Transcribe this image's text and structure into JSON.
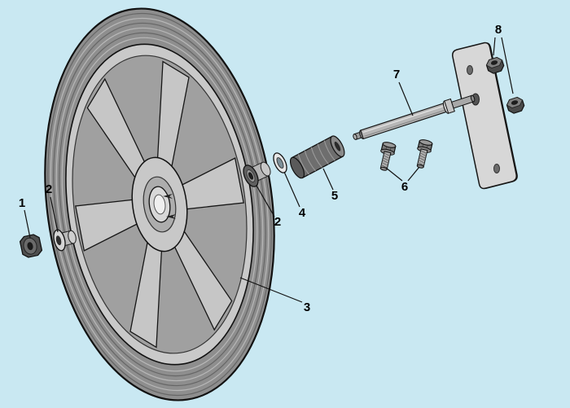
{
  "diagram": {
    "type": "exploded-parts-diagram",
    "background_color": "#c9e8f2",
    "colors": {
      "outline": "#161616",
      "tire": "#8e8e8e",
      "rim_light": "#c9c9c9",
      "web_gray": "#a0a0a0",
      "metal_light": "#d6d6d6",
      "metal_mid": "#aeaeae",
      "metal_dark": "#5a5a5a"
    },
    "callouts": [
      {
        "id": "callout-1",
        "label": "1"
      },
      {
        "id": "callout-2-left",
        "label": "2"
      },
      {
        "id": "callout-2-mid",
        "label": "2"
      },
      {
        "id": "callout-3",
        "label": "3"
      },
      {
        "id": "callout-4",
        "label": "4"
      },
      {
        "id": "callout-5",
        "label": "5"
      },
      {
        "id": "callout-6",
        "label": "6"
      },
      {
        "id": "callout-7",
        "label": "7"
      },
      {
        "id": "callout-8",
        "label": "8"
      }
    ]
  }
}
